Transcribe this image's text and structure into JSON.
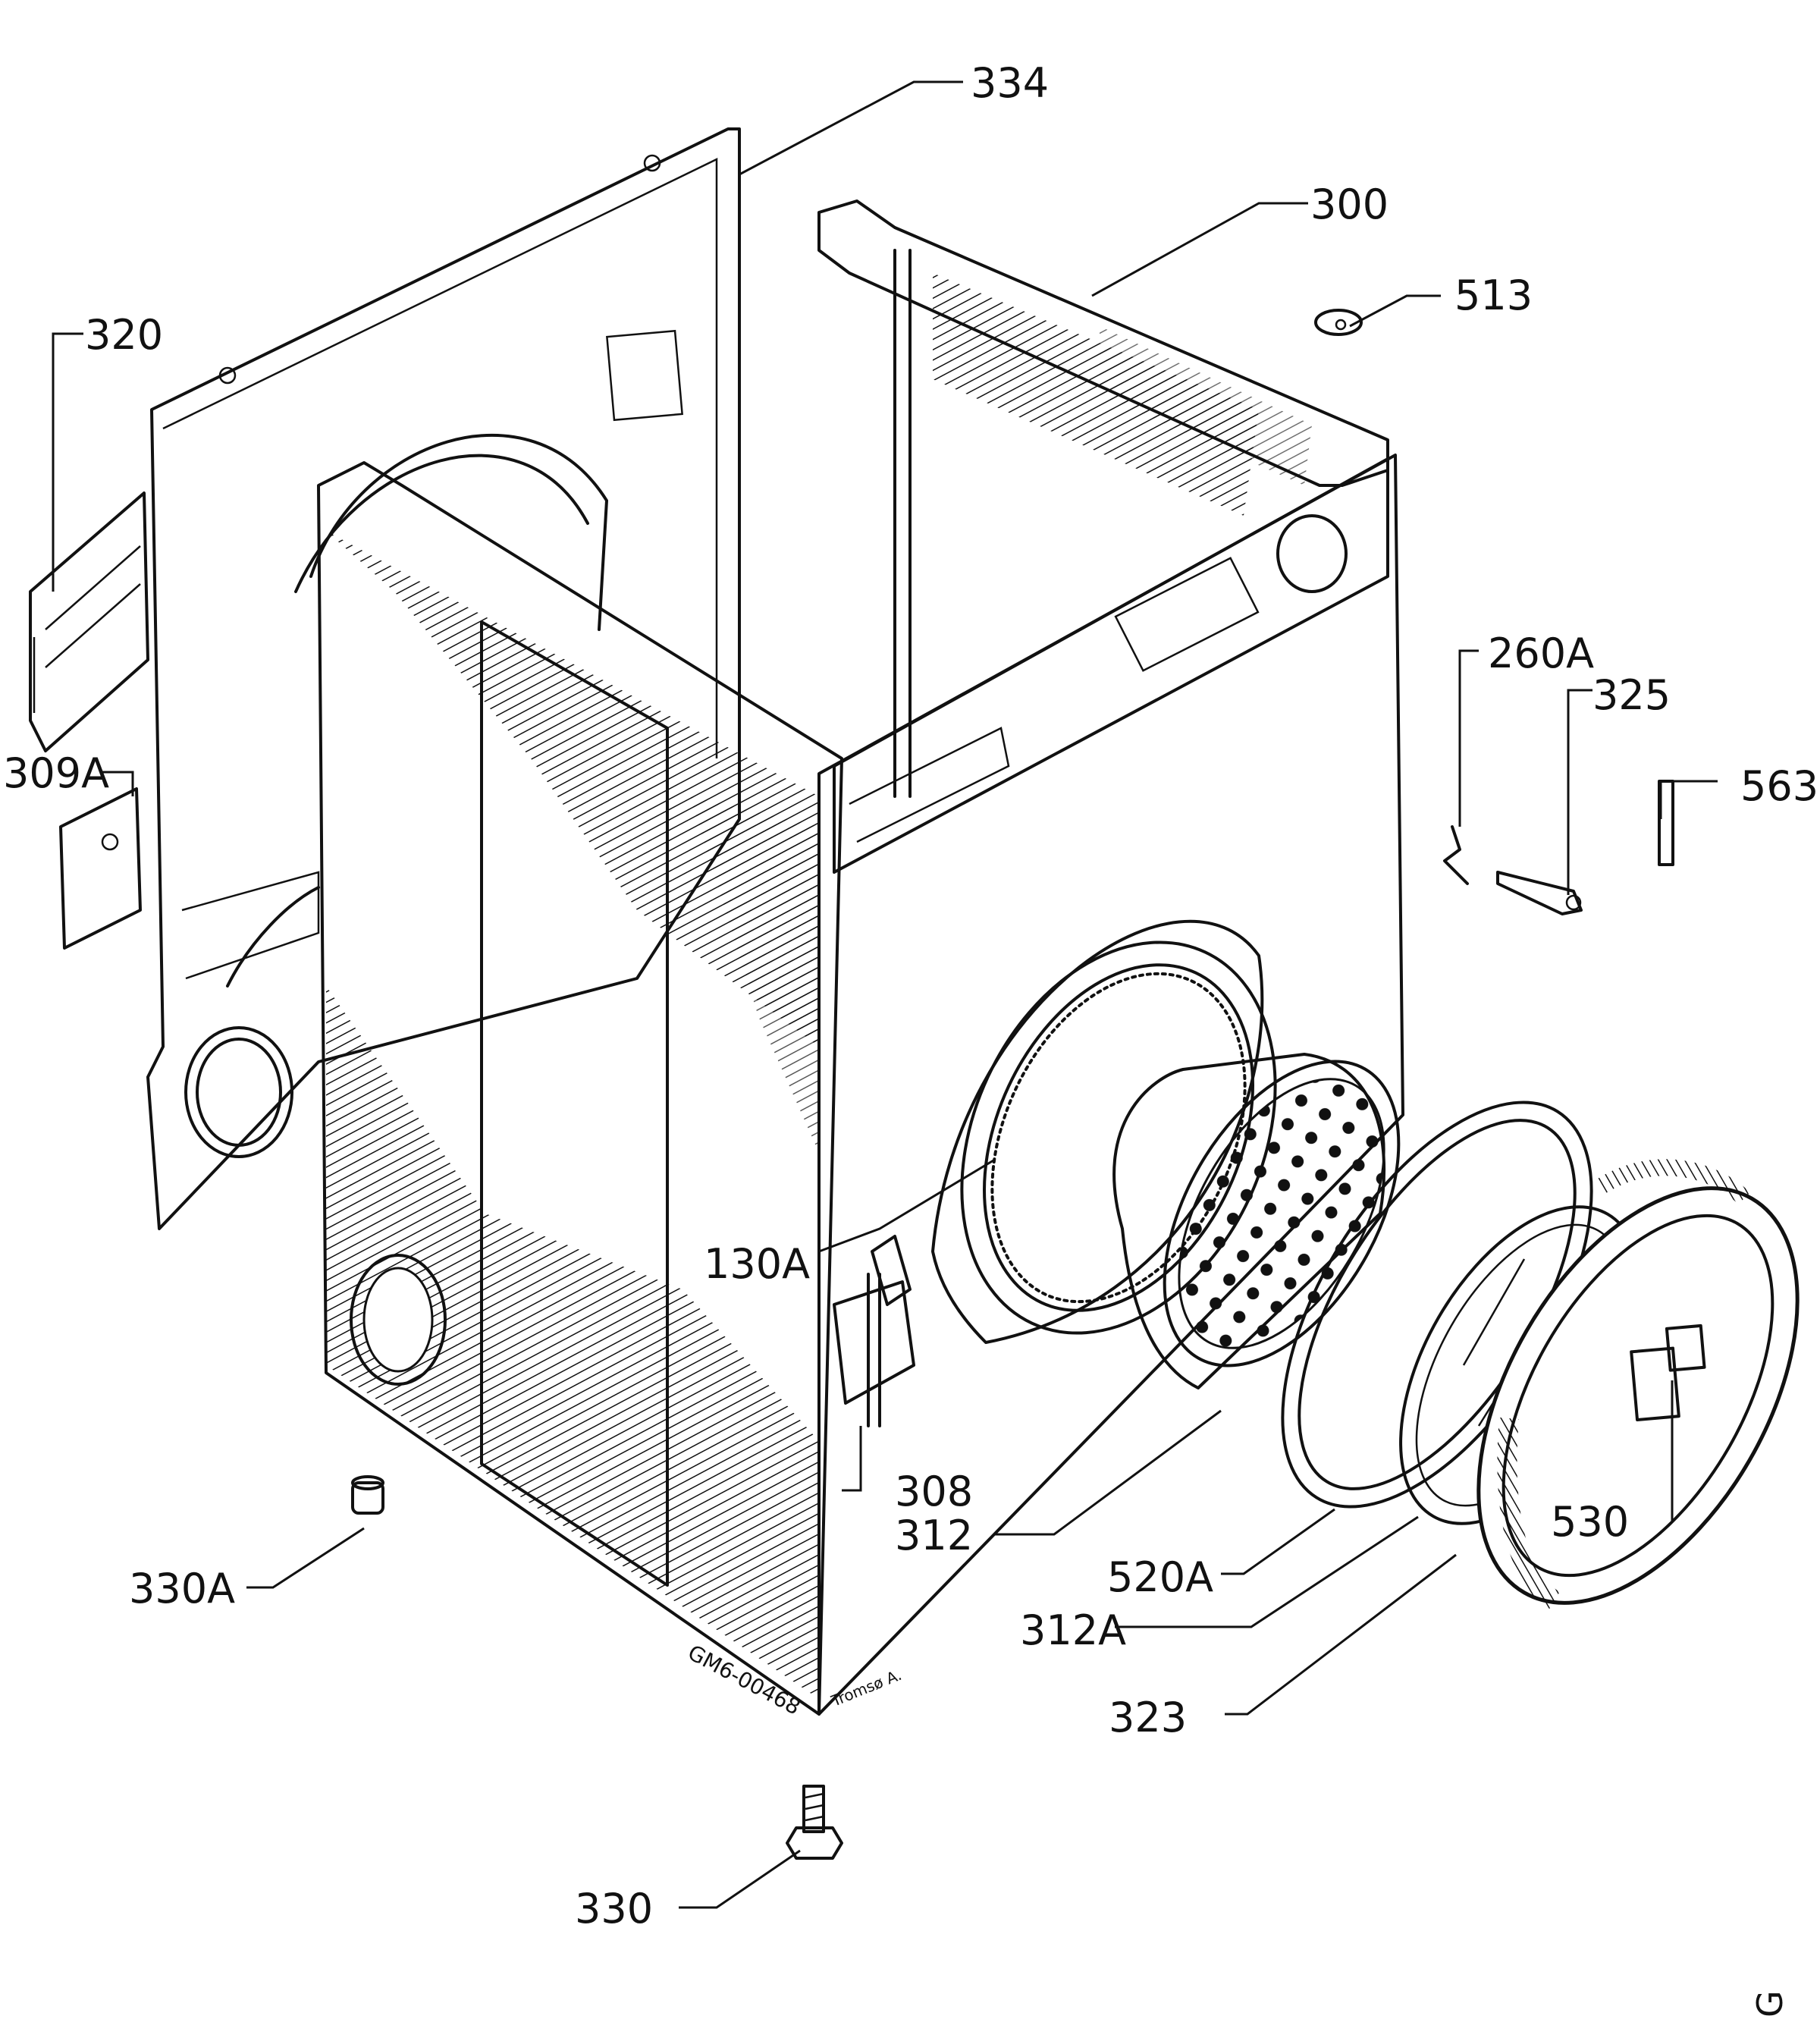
{
  "parts": {
    "p334": "334",
    "p300": "300",
    "p513": "513",
    "p320": "320",
    "p309A": "309A",
    "p260A": "260A",
    "p325": "325",
    "p563": "563",
    "p130A": "130A",
    "p308": "308",
    "p312": "312",
    "p530": "530",
    "p520A": "520A",
    "p312A": "312A",
    "p323": "323",
    "p330A": "330A",
    "p330": "330"
  },
  "notes": {
    "drawing_code": "GM6-00468",
    "signature": "Tromsø A.",
    "corner_mark": "G"
  }
}
